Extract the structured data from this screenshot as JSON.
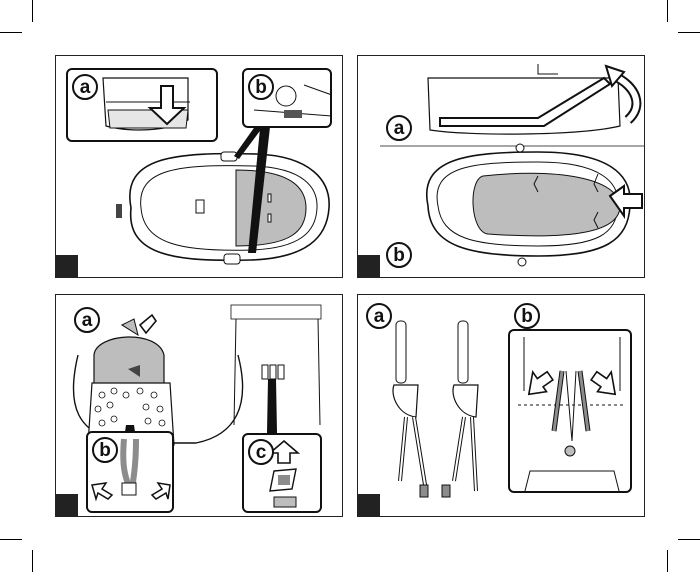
{
  "figures": [
    {
      "id": "fig1",
      "labels": {
        "a": "a",
        "b": "b"
      }
    },
    {
      "id": "fig2",
      "labels": {
        "a": "a",
        "b": "b"
      }
    },
    {
      "id": "fig3",
      "labels": {
        "a": "a",
        "b": "b",
        "c": "c"
      }
    },
    {
      "id": "fig4",
      "labels": {
        "a": "a",
        "b": "b"
      }
    }
  ],
  "colors": {
    "ink": "#111111",
    "shade": "#bdbdbd",
    "dark_shade": "#8c8c8c",
    "tab": "#222222"
  }
}
